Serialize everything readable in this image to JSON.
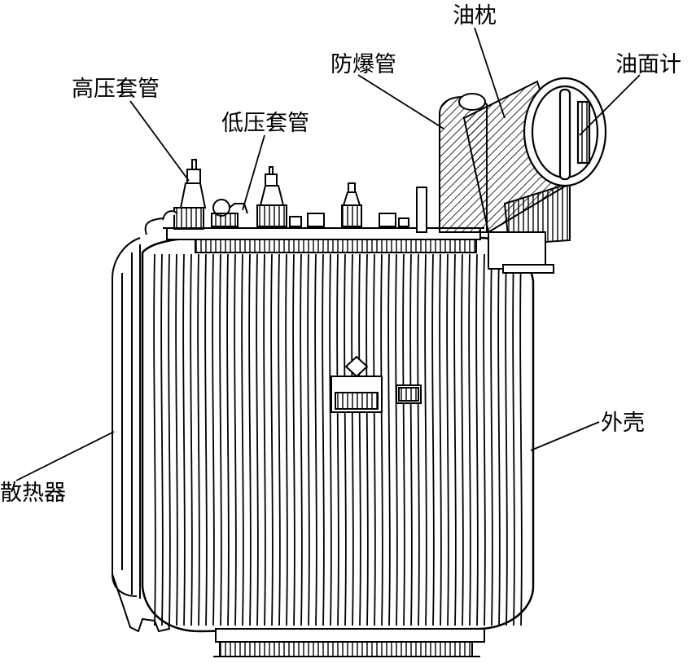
{
  "labels": {
    "oil_conservator": "油枕",
    "explosion_pipe": "防爆管",
    "oil_gauge": "油面计",
    "hv_bushing": "高压套管",
    "lv_bushing": "低压套管",
    "shell": "外壳",
    "radiator": "散热器"
  },
  "colors": {
    "line": "#000000",
    "background": "#ffffff"
  },
  "icons": {
    "component_drawing": "transformer-illustration"
  }
}
